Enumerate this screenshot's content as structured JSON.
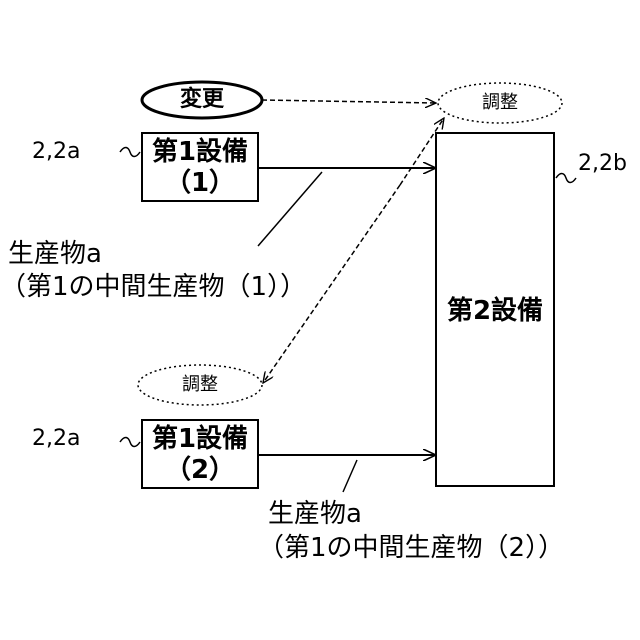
{
  "change_label": "変更",
  "adjust_top": "調整",
  "adjust_bottom": "調整",
  "equipment1_a": {
    "name": "第1設備",
    "index": "（1）",
    "ref": "2,2a"
  },
  "equipment1_b": {
    "name": "第1設備",
    "index": "（2）",
    "ref": "2,2a"
  },
  "equipment2": {
    "name": "第2設備",
    "ref": "2,2b"
  },
  "product_1": {
    "line1": "生産物a",
    "line2": "（第1の中間生産物（1））"
  },
  "product_2": {
    "line1": "生産物a",
    "line2": "（第1の中間生産物（2））"
  }
}
